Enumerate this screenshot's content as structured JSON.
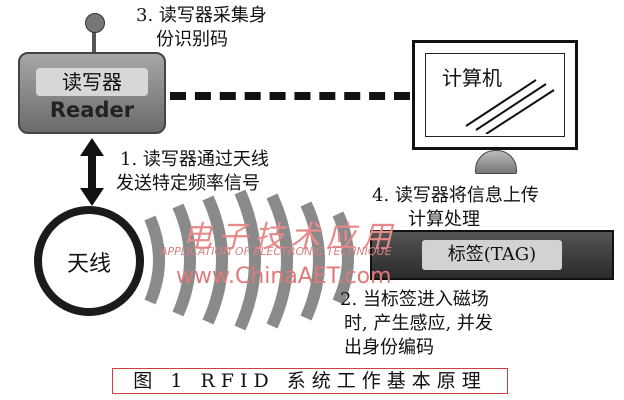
{
  "reader": {
    "label_zh": "读写器",
    "label_en": "Reader"
  },
  "computer": {
    "label": "计算机"
  },
  "antenna": {
    "label": "天线"
  },
  "tag": {
    "label": "标签(TAG)"
  },
  "steps": {
    "s1": [
      "1. 读写器通过天线",
      "发送特定频率信号"
    ],
    "s2": [
      "2. 当标签进入磁场",
      "时, 产生感应, 并发",
      "出身份编码"
    ],
    "s3": [
      "3. 读写器采集身",
      "份识别码"
    ],
    "s4": [
      "4. 读写器将信息上传",
      "计算处理"
    ]
  },
  "caption": "图 1 RFID 系统工作基本原理",
  "watermark": {
    "line1": "电子技术应用",
    "line2": "APPLICATION OF ELECTRONIC TECHNIQUE",
    "line3": "www.ChinaAET.com"
  }
}
